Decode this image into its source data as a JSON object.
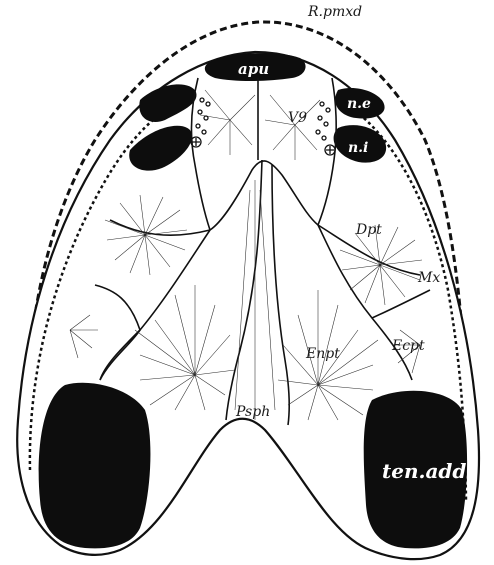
{
  "labels": {
    "r_pmxd": "R.pmxd",
    "apu": "apu",
    "ne": "n.e",
    "ni": "n.i",
    "v9": "V9",
    "dpt": "Dpt",
    "mx": "Mx",
    "enpt": "Enpt",
    "ecpt": "Ecpt",
    "psph": "Psph",
    "ten_add": "ten.add"
  },
  "colors": {
    "ink": "#111111",
    "fill_dark": "#0d0d0d",
    "background": "#ffffff"
  }
}
